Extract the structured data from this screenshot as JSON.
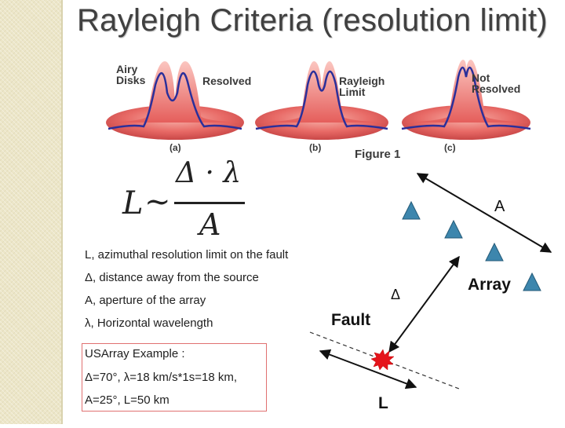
{
  "slide": {
    "title": "Rayleigh Criteria (resolution limit)",
    "figure": {
      "airy_label": "Airy Disks",
      "panels": [
        {
          "label": "Resolved",
          "letter": "(a)"
        },
        {
          "label": "Rayleigh Limit",
          "letter": "(b)"
        },
        {
          "label": "Not Resolved",
          "letter": "(c)"
        }
      ],
      "caption": "Figure 1"
    },
    "formula": {
      "lhs": "L",
      "relation": "~",
      "numerator": "Δ · λ",
      "denominator": "A"
    },
    "definitions": [
      "L, azimuthal resolution limit on the fault",
      "Δ, distance away from the source",
      "A, aperture of the array",
      "λ, Horizontal wavelength"
    ],
    "example": {
      "title": "USArray Example :",
      "line1": "Δ=70°, λ=18 km/s*1s=18 km,",
      "line2": "A=25°, L=50 km"
    },
    "diagram": {
      "aperture_label": "A",
      "array_label": "Array",
      "distance_label": "Δ",
      "fault_label": "Fault",
      "resolution_label": "L",
      "station_color": "#3d86ad",
      "event_color": "#e5141b"
    }
  }
}
